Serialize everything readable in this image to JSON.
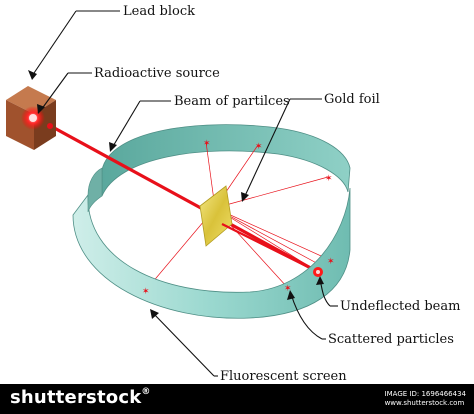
{
  "labels": {
    "lead_block": "Lead block",
    "radioactive_source": "Radioactive source",
    "beam": "Beam of partilces",
    "gold_foil": "Gold foil",
    "undeflected_beam": "Undeflected beam",
    "scattered_particles": "Scattered particles",
    "fluorescent_screen": "Fluorescent screen"
  },
  "footer": {
    "brand": "shutterstock",
    "image_id": "IMAGE ID: 1696466434",
    "site": "www.shutterstock.com"
  },
  "colors": {
    "lead_block": "#a0522d",
    "beam": "#e8101a",
    "screen": "#7ecbbf",
    "gold": "#e9d84a",
    "footer_bg": "#000000"
  }
}
